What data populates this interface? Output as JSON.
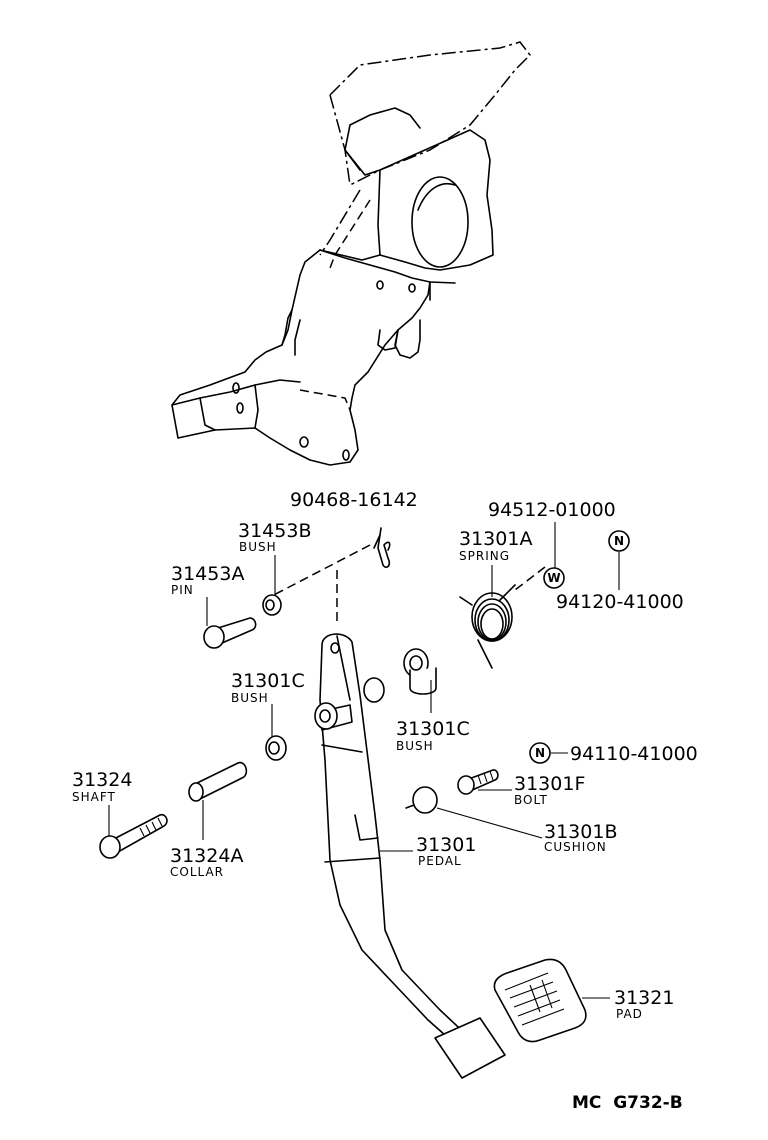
{
  "parts": [
    {
      "id": "p90468",
      "number": "90468-16142",
      "name": ""
    },
    {
      "id": "p94512",
      "number": "94512-01000",
      "name": ""
    },
    {
      "id": "p31301A",
      "number": "31301A",
      "name": "SPRING"
    },
    {
      "id": "p94120",
      "number": "94120-41000",
      "name": ""
    },
    {
      "id": "p31453B",
      "number": "31453B",
      "name": "BUSH"
    },
    {
      "id": "p31453A",
      "number": "31453A",
      "name": "PIN"
    },
    {
      "id": "p31301C_left",
      "number": "31301C",
      "name": "BUSH"
    },
    {
      "id": "p31301C_right",
      "number": "31301C",
      "name": "BUSH"
    },
    {
      "id": "p94110",
      "number": "94110-41000",
      "name": ""
    },
    {
      "id": "p31301F",
      "number": "31301F",
      "name": "BOLT"
    },
    {
      "id": "p31324",
      "number": "31324",
      "name": "SHAFT"
    },
    {
      "id": "p31301B",
      "number": "31301B",
      "name": "CUSHION"
    },
    {
      "id": "p31324A",
      "number": "31324A",
      "name": "COLLAR"
    },
    {
      "id": "p31301",
      "number": "31301",
      "name": "PEDAL"
    },
    {
      "id": "p31321",
      "number": "31321",
      "name": "PAD"
    }
  ],
  "symbols": {
    "n": "N",
    "w": "W"
  },
  "drawing_code": "MC  G732-B"
}
